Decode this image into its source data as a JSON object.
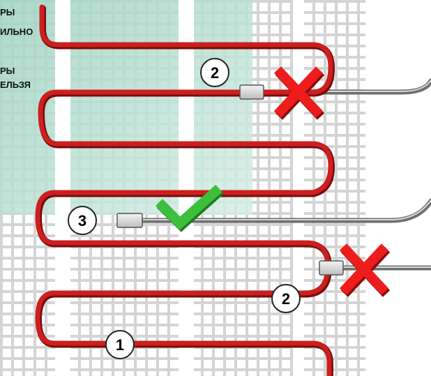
{
  "panel_labels": [
    "РЫ",
    "ИЛЬНО",
    "РЫ",
    "ЕЛЬЗЯ"
  ],
  "markers": [
    {
      "id": "marker-1",
      "text": "1"
    },
    {
      "id": "marker-2-top",
      "text": "2"
    },
    {
      "id": "marker-2-bottom",
      "text": "2"
    },
    {
      "id": "marker-3",
      "text": "3"
    }
  ],
  "colors": {
    "cable": "#cc1f1f",
    "cable_shadow": "#7a0c0c",
    "mesh": "#d2d2d2",
    "mesh_background": "#ffffff",
    "panel_green": "#a9d8c7",
    "wrong_mark": "#ee1c1c",
    "correct_mark": "#3cbf3c",
    "lead_wire": "#7a7a7a"
  },
  "icons": [
    "check-icon",
    "cross-icon"
  ]
}
